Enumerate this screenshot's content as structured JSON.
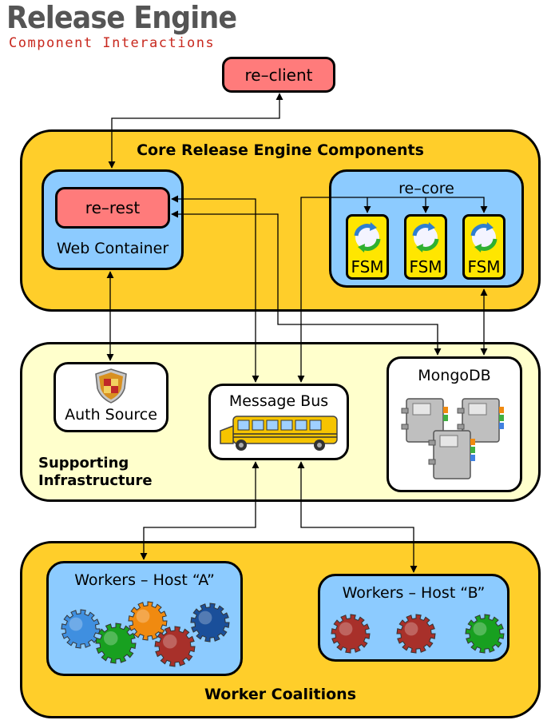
{
  "header": {
    "title": "Release Engine",
    "subtitle": "Component Interactions"
  },
  "client": {
    "label": "re–client"
  },
  "core": {
    "heading": "Core Release Engine Components",
    "web_container": {
      "label": "Web Container",
      "rest_label": "re–rest"
    },
    "re_core": {
      "label": "re–core",
      "fsms": [
        "FSM",
        "FSM",
        "FSM"
      ]
    }
  },
  "infrastructure": {
    "heading_line1": "Supporting",
    "heading_line2": "Infrastructure",
    "auth": {
      "label": "Auth Source"
    },
    "bus": {
      "label": "Message Bus"
    },
    "mongo": {
      "label": "MongoDB"
    }
  },
  "workers": {
    "heading": "Worker Coalitions",
    "host_a": {
      "label": "Workers – Host “A”",
      "gear_colors": [
        "#3f8fe0",
        "#f08a10",
        "#1a4f9a",
        "#18a020",
        "#a8302a"
      ]
    },
    "host_b": {
      "label": "Workers – Host “B”",
      "gear_colors": [
        "#a8302a",
        "#a8302a",
        "#18a020"
      ]
    }
  },
  "colors": {
    "core_bg": "#ffce2a",
    "infra_bg": "#ffffcc",
    "container_bg": "#8ccbff",
    "component_bg": "#ff7b7b",
    "fsm_bg": "#ffe600",
    "subtitle": "#c8281e"
  }
}
